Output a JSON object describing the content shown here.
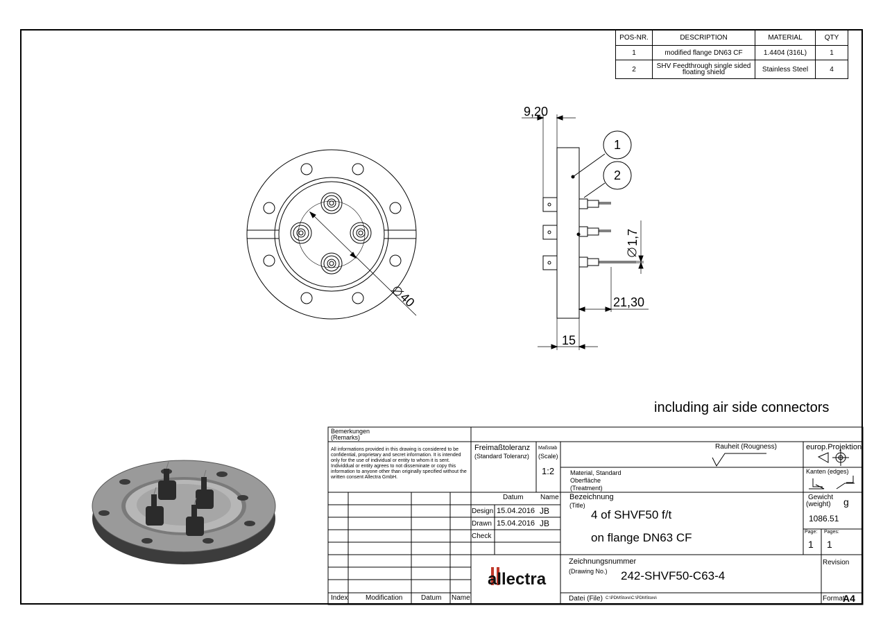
{
  "parts_list": {
    "headers": [
      "POS-NR.",
      "DESCRIPTION",
      "MATERIAL",
      "QTY"
    ],
    "rows": [
      [
        "1",
        "modified flange DN63 CF",
        "1.4404 (316L)",
        "1"
      ],
      [
        "2",
        "SHV Feedthrough single sided floating shield",
        "Stainless Steel",
        "4"
      ]
    ]
  },
  "dimensions": {
    "diameter": "40",
    "top_offset": "9,20",
    "pin_diameter": "1,7",
    "pin_length": "21,30",
    "thickness": "15"
  },
  "balloons": [
    "1",
    "2"
  ],
  "note": "including air side connectors",
  "title_block": {
    "remarks_label": "Bemerkungen",
    "remarks_label_en": "(Remarks)",
    "disclaimer": "All informations provided in this drawing is considered to be confidential, proprietary and secret information. It is intended only for the use of individual or entity to whom it is sent. Individdual or entity agrees to not disseminate or copy this information to anyone other than originally specified without the written consent Allectra GmbH.",
    "tolerance_label": "Freimaßtoleranz",
    "tolerance_label_en": "(Standard Toleranz)",
    "scale_label": "Maßstab",
    "scale_label_en": "(Scale)",
    "scale_value": "1:2",
    "roughness_label": "Rauheit (Rougness)",
    "projection_label": "europ.Projektion",
    "edges_label": "Kanten (edges)",
    "material_label": "Material, Standard",
    "surface_label": "Oberfläche",
    "treatment_label": "(Treatment)",
    "datum_label": "Datum",
    "name_label": "Name",
    "design_label": "Design",
    "design_date": "15.04.2016",
    "design_name": "JB",
    "drawn_label": "Drawn",
    "drawn_date": "15.04.2016",
    "drawn_name": "JB",
    "check_label": "Check",
    "designation_label": "Bezeichnung",
    "title_label_en": "(Title)",
    "title_line1": "4 of SHVF50 f/t",
    "title_line2": "on flange DN63 CF",
    "weight_label": "Gewicht",
    "weight_label_en": "(weight)",
    "weight_unit": "g",
    "weight_value": "1086.51",
    "page_label": "Page:",
    "pages_label": "Pages:",
    "page_value": "1",
    "pages_value": "1",
    "drawing_no_label": "Zeichnungsnummer",
    "drawing_no_label_en": "(Drawing No.)",
    "drawing_no": "242-SHVF50-C63-4",
    "revision_label": "Revision",
    "file_label": "Datei (File)",
    "file_path": "C:\\PDMStore\\C:\\PDMStore\\",
    "format_label": "Format",
    "format_value": "A4",
    "logo_text": "allectra",
    "index_label": "Index",
    "modification_label": "Modification",
    "datum_label2": "Datum",
    "name_label2": "Name"
  }
}
